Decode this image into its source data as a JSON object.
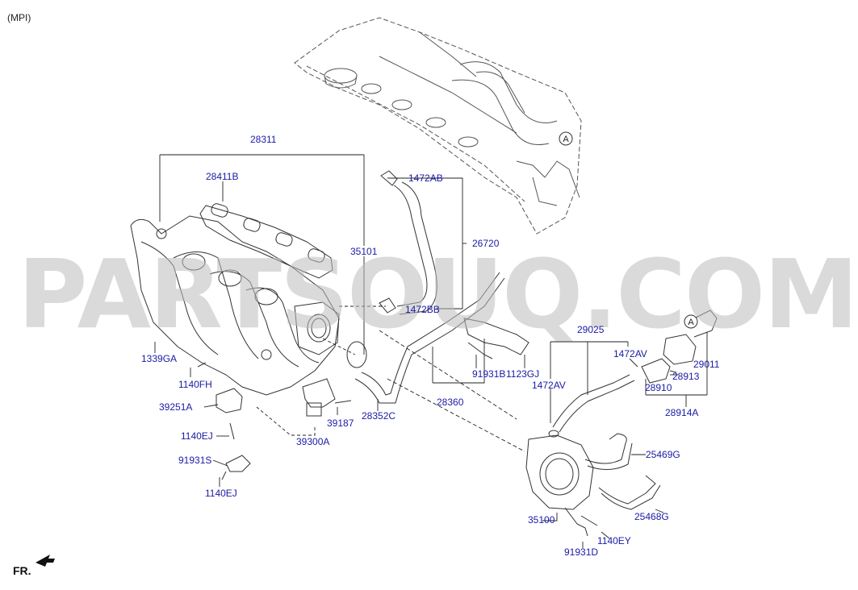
{
  "header": {
    "variant": "(MPI)"
  },
  "watermark": {
    "text": "PARTSOUQ.COM"
  },
  "front_indicator": {
    "label": "FR."
  },
  "reference_marks": [
    {
      "id": "ref-a-top",
      "letter": "A"
    },
    {
      "id": "ref-a-bracket",
      "letter": "A"
    }
  ],
  "parts": [
    {
      "id": "28311",
      "label": "28311"
    },
    {
      "id": "28411B",
      "label": "28411B"
    },
    {
      "id": "35101",
      "label": "35101"
    },
    {
      "id": "1472AB",
      "label": "1472AB"
    },
    {
      "id": "26720",
      "label": "26720"
    },
    {
      "id": "1472BB",
      "label": "1472BB"
    },
    {
      "id": "1339GA",
      "label": "1339GA"
    },
    {
      "id": "1140FH",
      "label": "1140FH"
    },
    {
      "id": "39251A",
      "label": "39251A"
    },
    {
      "id": "1140EJ-top",
      "label": "1140EJ"
    },
    {
      "id": "91931S",
      "label": "91931S"
    },
    {
      "id": "1140EJ-bottom",
      "label": "1140EJ"
    },
    {
      "id": "39300A",
      "label": "39300A"
    },
    {
      "id": "39187",
      "label": "39187"
    },
    {
      "id": "28352C",
      "label": "28352C"
    },
    {
      "id": "28360",
      "label": "28360"
    },
    {
      "id": "91931B",
      "label": "91931B"
    },
    {
      "id": "1123GJ",
      "label": "1123GJ"
    },
    {
      "id": "29025",
      "label": "29025"
    },
    {
      "id": "1472AV-right",
      "label": "1472AV"
    },
    {
      "id": "1472AV-left",
      "label": "1472AV"
    },
    {
      "id": "29011",
      "label": "29011"
    },
    {
      "id": "28913",
      "label": "28913"
    },
    {
      "id": "28910",
      "label": "28910"
    },
    {
      "id": "28914A",
      "label": "28914A"
    },
    {
      "id": "25469G",
      "label": "25469G"
    },
    {
      "id": "25468G",
      "label": "25468G"
    },
    {
      "id": "35100",
      "label": "35100"
    },
    {
      "id": "91931D",
      "label": "91931D"
    },
    {
      "id": "1140EY",
      "label": "1140EY"
    }
  ],
  "colors": {
    "label": "#1a1aa6",
    "line": "#222222",
    "watermark": "#bdbdbd"
  }
}
